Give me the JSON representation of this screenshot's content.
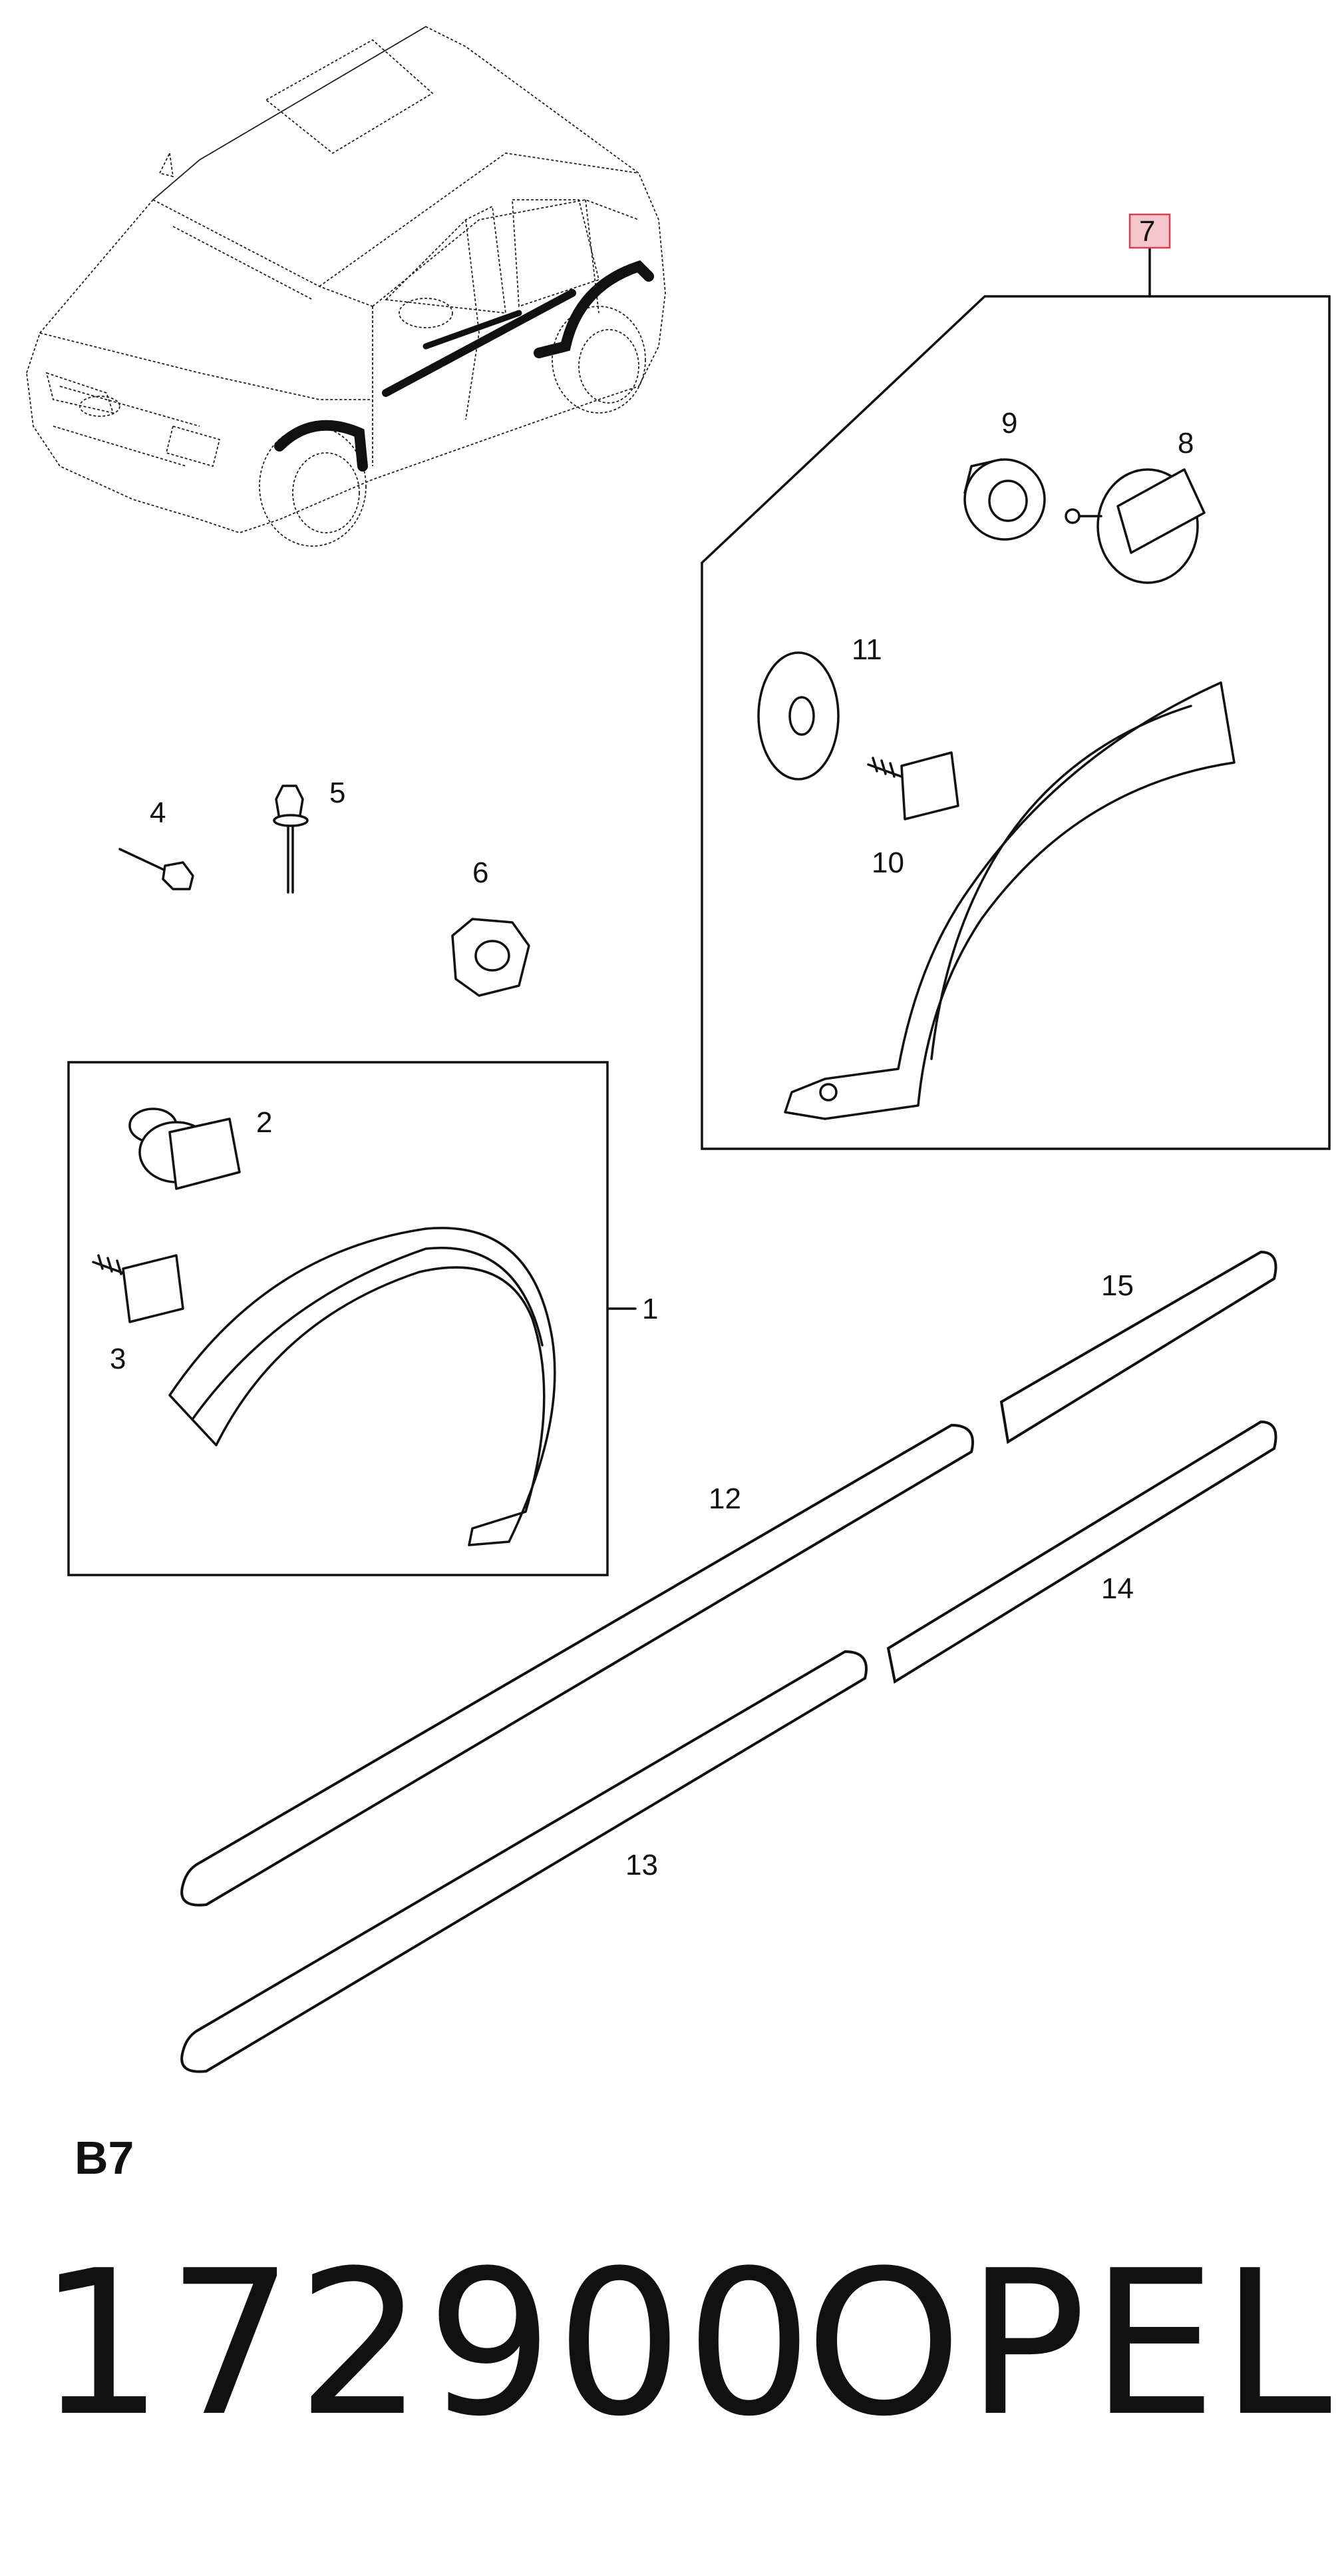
{
  "diagram": {
    "page_code": "B7",
    "callouts": {
      "c1": "1",
      "c2": "2",
      "c3": "3",
      "c4": "4",
      "c5": "5",
      "c6": "6",
      "c7": "7",
      "c8": "8",
      "c9": "9",
      "c10": "10",
      "c11": "11",
      "c12": "12",
      "c13": "13",
      "c14": "14",
      "c15": "15"
    },
    "highlight_color": "#f4c6cb"
  },
  "footer": {
    "part_number": "172900",
    "brand": "OPEL"
  }
}
